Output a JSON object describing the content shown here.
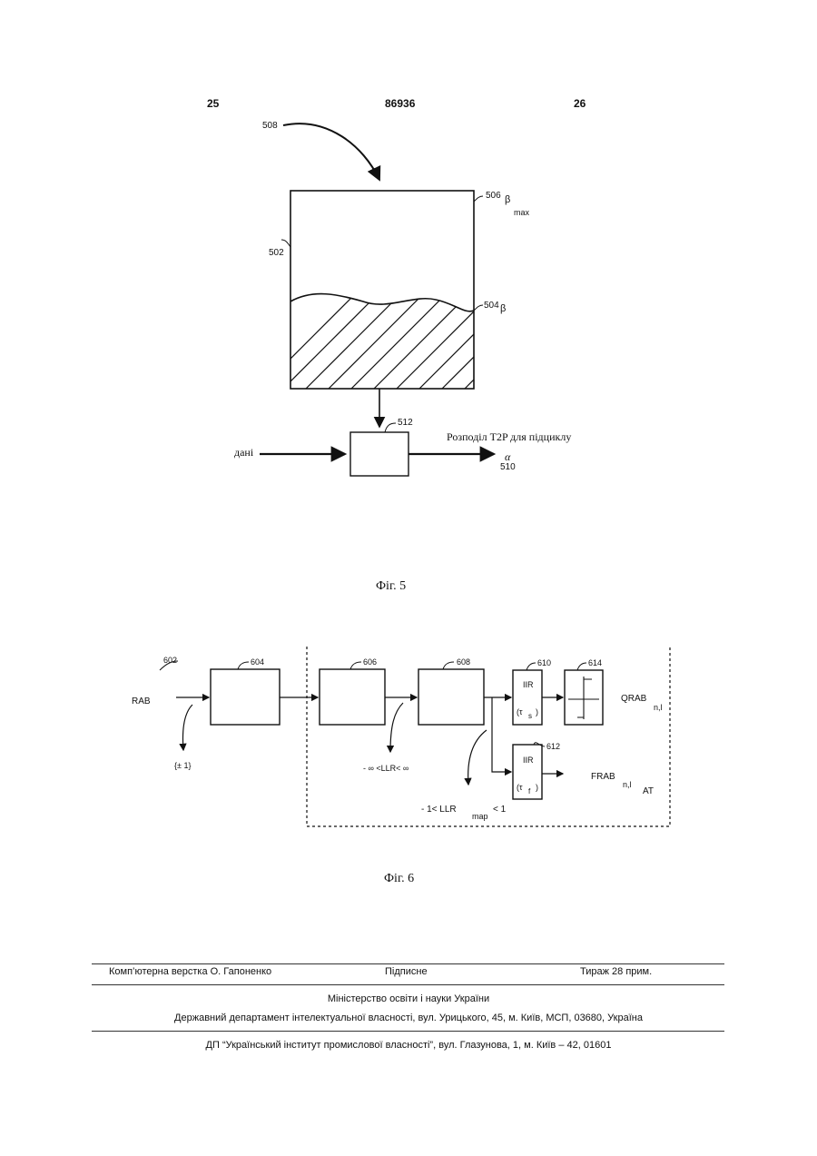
{
  "header": {
    "left_page": "25",
    "patent_no": "86936",
    "right_page": "26"
  },
  "fig5": {
    "ref_508": "508",
    "ref_506": "506",
    "beta_max": "β",
    "max_sub": "max",
    "ref_502": "502",
    "ref_504": "504",
    "beta": "β",
    "ref_512": "512",
    "input_label": "дані",
    "output_label": "Розподіл T2P для підциклу",
    "alpha": "α",
    "ref_510": "510",
    "caption": "Фіг. 5"
  },
  "fig6": {
    "ref_602": "602",
    "ref_604": "604",
    "ref_606": "606",
    "ref_608": "608",
    "ref_610": "610",
    "ref_614": "614",
    "ref_612": "612",
    "rab": "RAB",
    "pm1": "{± 1}",
    "llr_range": "- ∞ <LLR< ∞",
    "llr_map_pre": "- 1<  LLR",
    "llr_map_sub": "map",
    "llr_map_post": "< 1",
    "iir": "IIR",
    "tau_s": "(τ",
    "tau_s_sub": "s",
    "tau_f": "(τ",
    "tau_f_sub": "f",
    "close_paren": ")",
    "qrab": "QRAB",
    "qrab_sub": "n,l",
    "frab": "FRAB",
    "frab_sub": "n,l",
    "at": "AT",
    "caption": "Фіг. 6"
  },
  "footer": {
    "typesetting": "Комп’ютерна верстка О. Гапоненко",
    "signed": "Підписне",
    "print_run": "Тираж 28 прим.",
    "ministry": "Міністерство освіти і науки України",
    "department": "Державний департамент інтелектуальної власності, вул. Урицького, 45, м. Київ, МСП, 03680, Україна",
    "institute": "ДП “Український інститут промислової власності”, вул. Глазунова, 1, м. Київ – 42, 01601"
  }
}
